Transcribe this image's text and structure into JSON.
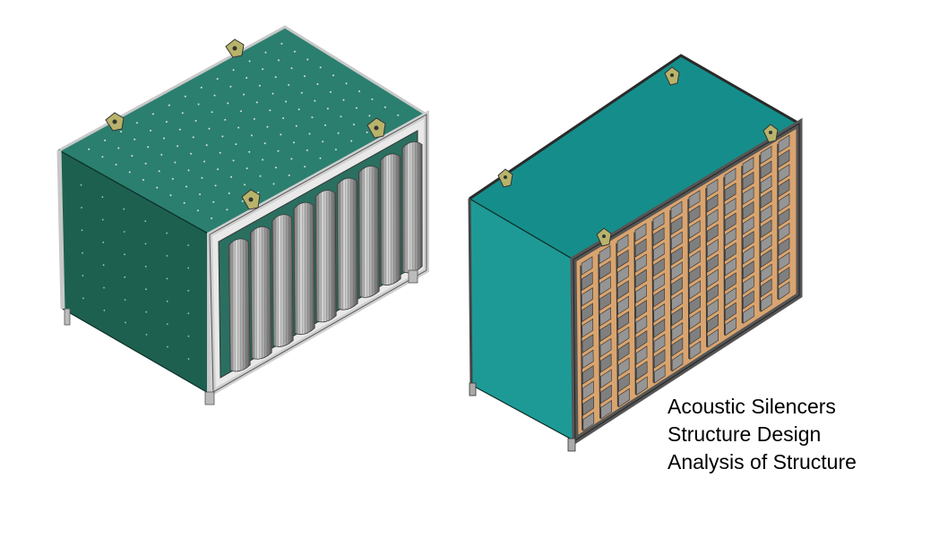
{
  "caption": {
    "lines": [
      "Acoustic Silencers",
      "Structure Design",
      "Analysis of Structure"
    ]
  },
  "colors": {
    "panel_top": "#2b7f6f",
    "panel_front": "#1d6050",
    "panel_side_right": "#158e8b",
    "panel_front_right": "#1e9a96",
    "frame": "#c8c8c8",
    "baffle": "#8e8e8e",
    "absorber": "#d9a46f",
    "lug": "#b8b36a"
  },
  "icons": {
    "left_unit": "baffle-silencer-unit-icon",
    "right_unit": "splitter-silencer-unit-icon"
  }
}
